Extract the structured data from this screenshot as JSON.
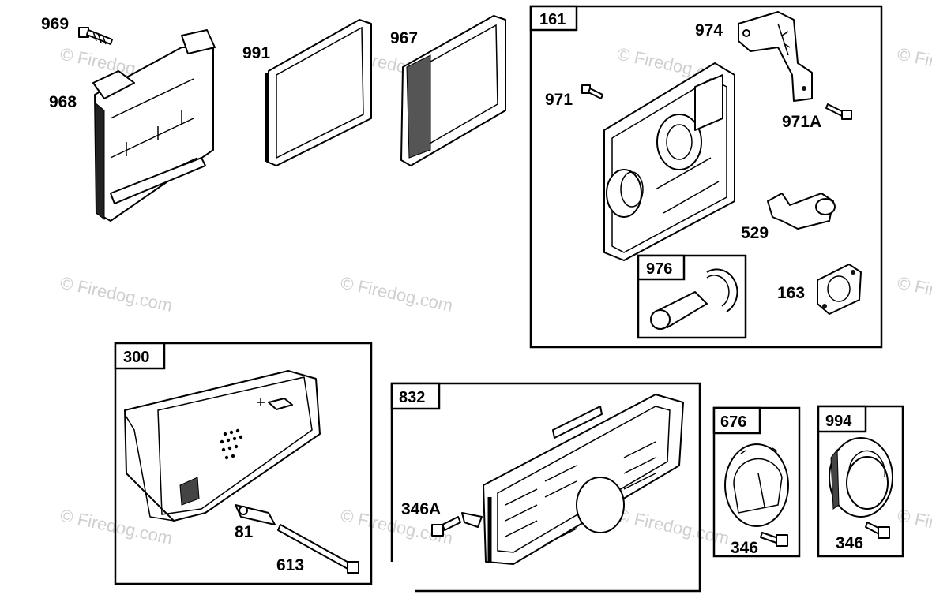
{
  "watermark": "© Firedog.com",
  "callouts": {
    "p969": "969",
    "p968": "968",
    "p991": "991",
    "p967": "967",
    "p974": "974",
    "p971": "971",
    "p971a": "971A",
    "p529": "529",
    "p163": "163",
    "p81": "81",
    "p613": "613",
    "p346a": "346A",
    "p346_676": "346",
    "p346_994": "346"
  },
  "boxes": {
    "b161": "161",
    "b976": "976",
    "b300": "300",
    "b832": "832",
    "b676": "676",
    "b994": "994"
  }
}
